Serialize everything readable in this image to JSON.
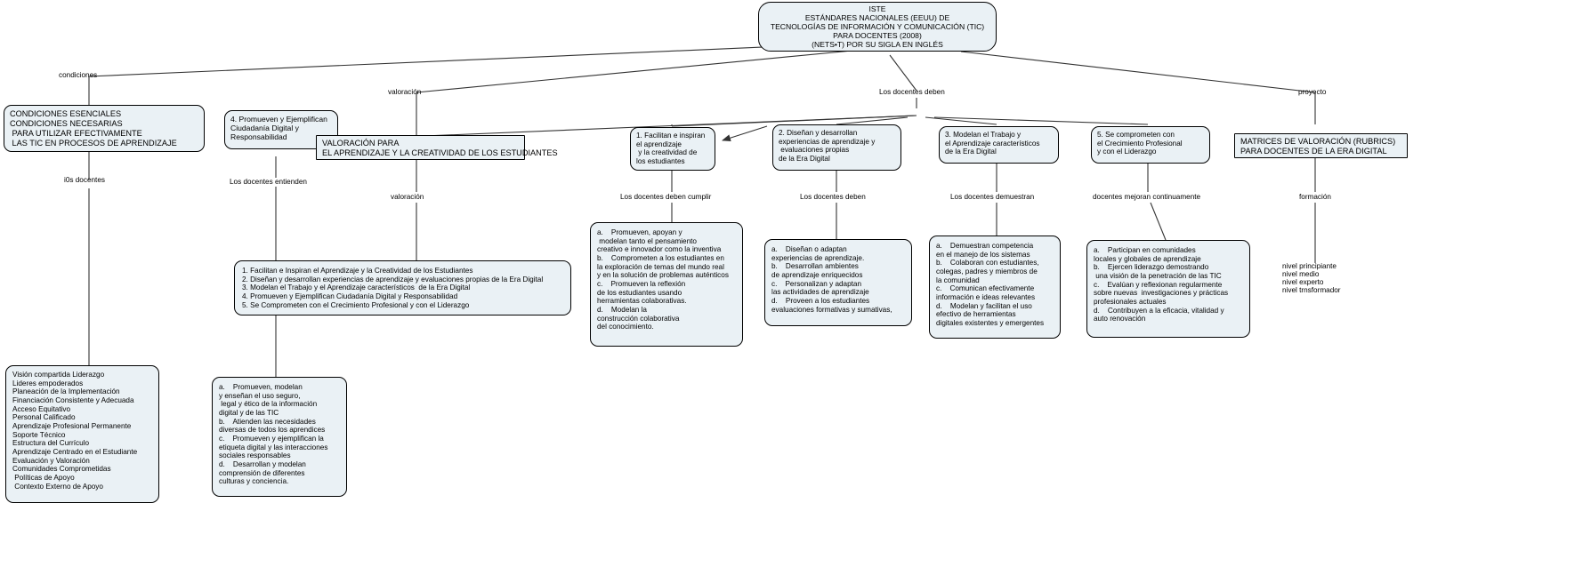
{
  "map": {
    "title": "ISTE ESTÁNDARES NACIONALES (EEUU) DE TECNOLOGÍAS DE INFORMACIÓN Y COMUNICACIÓN (TIC) PARA DOCENTES (2008)",
    "node_fill": "#eaf1f5",
    "node_stroke": "#000000",
    "link_color": "#333333",
    "background": "#ffffff"
  },
  "root": {
    "lines": [
      "ISTE",
      "ESTÁNDARES NACIONALES (EEUU) DE",
      "TECNOLOGÍAS DE INFORMACIÓN Y COMUNICACIÓN (TIC)",
      "PARA DOCENTES (2008)",
      "(NETS•T) POR SU SIGLA EN INGLÉS"
    ]
  },
  "link_labels": {
    "condiciones": "condiciones",
    "valoracion_top": "valoración",
    "los_docentes_deben": "Los docentes deben",
    "proyecto": "proyecto",
    "i0s_docentes": "i0s docentes",
    "los_docentes_entienden": "Los docentes entienden",
    "valoracion_mid": "valoración",
    "los_docentes_deben_cumplir": "Los docentes deben cumplir",
    "los_docentes_deben_2": "Los docentes deben",
    "los_docentes_demuestran": "Los docentes demuestran",
    "docentes_mejoran": "docentes mejoran continuamente",
    "formacion": "formación"
  },
  "nodes": {
    "condiciones_box": {
      "lines": [
        "CONDICIONES ESENCIALES",
        "CONDICIONES NECESARIAS",
        " PARA UTILIZAR EFECTIVAMENTE",
        " LAS TIC EN PROCESOS DE APRENDIZAJE"
      ]
    },
    "condiciones_list": {
      "lines": [
        "Visión compartida Liderazgo",
        "Lideres empoderados",
        "Planeación de la Implementación",
        "Financiación Consistente y Adecuada",
        "Acceso Equitativo",
        "Personal Calificado",
        "Aprendizaje Profesional Permanente",
        "Soporte Técnico",
        "Estructura del Currículo",
        "Aprendizaje Centrado en el Estudiante",
        "Evaluación y Valoración",
        "Comunidades Comprometidas",
        " Políticas de Apoyo",
        " Contexto Externo de Apoyo"
      ]
    },
    "std4": {
      "lines": [
        "4. Promueven y Ejemplifican",
        "Ciudadanía Digital y",
        "Responsabilidad"
      ]
    },
    "valoracion_box": {
      "lines": [
        "VALORACIÓN PARA",
        "EL APRENDIZAJE Y LA CREATIVIDAD DE LOS ESTUDIANTES"
      ]
    },
    "std_list_box": {
      "lines": [
        "1. Facilitan e Inspiran el Aprendizaje y la Creatividad de los Estudiantes",
        "2. Diseñan y desarrollan experiencias de aprendizaje y evaluaciones propias de la Era Digital",
        "3. Modelan el Trabajo y el Aprendizaje característicos  de la Era Digital",
        "4. Promueven y Ejemplifican Ciudadanía Digital y Responsabilidad",
        "5. Se Comprometen con el Crecimiento Profesional y con el Liderazgo"
      ]
    },
    "std4_detail": {
      "lines": [
        "a.    Promueven, modelan",
        "y enseñan el uso seguro,",
        " legal y ético de la información",
        "digital y de las TIC",
        "b.    Atienden las necesidades",
        "diversas de todos los aprendices",
        "c.    Promueven y ejemplifican la",
        "etiqueta digital y las interacciones",
        "sociales responsables",
        "d.    Desarrollan y modelan",
        "comprensión de diferentes",
        "culturas y conciencia."
      ]
    },
    "std1": {
      "lines": [
        "1. Facilitan e inspiran",
        "el aprendizaje",
        " y la creatividad de",
        "los estudiantes"
      ]
    },
    "std1_detail": {
      "lines": [
        "a.    Promueven, apoyan y",
        " modelan tanto el pensamiento",
        "creativo e innovador como la inventiva",
        "b.    Comprometen a los estudiantes en",
        "la exploración de temas del mundo real",
        "y en la solución de problemas auténticos",
        "c.    Promueven la reflexión",
        "de los estudiantes usando",
        "herramientas colaborativas.",
        "d.    Modelan la",
        "construcción colaborativa",
        "del conocimiento."
      ]
    },
    "std2": {
      "lines": [
        "2. Diseñan y desarrollan",
        "experiencias de aprendizaje y",
        " evaluaciones propias",
        "de la Era Digital"
      ]
    },
    "std2_detail": {
      "lines": [
        "a.    Diseñan o adaptan",
        "experiencias de aprendizaje.",
        "b.    Desarrollan ambientes",
        "de aprendizaje enriquecidos",
        "c.    Personalizan y adaptan",
        "las actividades de aprendizaje",
        "d.    Proveen a los estudiantes",
        "evaluaciones formativas y sumativas,"
      ]
    },
    "std3": {
      "lines": [
        "3. Modelan el Trabajo y",
        "el Aprendizaje característicos",
        "de la Era Digital"
      ]
    },
    "std3_detail": {
      "lines": [
        "a.    Demuestran competencia",
        "en el manejo de los sistemas",
        "b.    Colaboran con estudiantes,",
        "colegas, padres y miembros de",
        "la comunidad",
        "c.    Comunican efectivamente",
        "información e ideas relevantes",
        "d.    Modelan y facilitan el uso",
        "efectivo de herramientas",
        "digitales existentes y emergentes"
      ]
    },
    "std5": {
      "lines": [
        "5. Se comprometen con",
        "el Crecimiento Profesional",
        "y con el Liderazgo"
      ]
    },
    "std5_detail": {
      "lines": [
        "a.    Participan en comunidades",
        "locales y globales de aprendizaje",
        "b.    Ejercen liderazgo demostrando",
        " una visión de la penetración de las TIC",
        "c.    Evalúan y reflexionan regularmente",
        "sobre nuevas  investigaciones y prácticas",
        "profesionales actuales",
        "d.    Contribuyen a la eficacia, vitalidad y",
        "auto renovación"
      ]
    },
    "matrices": {
      "lines": [
        "MATRICES DE VALORACIÓN (RUBRICS)",
        "PARA DOCENTES DE LA ERA DIGITAL"
      ]
    },
    "niveles": {
      "lines": [
        "nivel principiante",
        "nivel medio",
        "nivel experto",
        "nivel trnsformador"
      ]
    }
  }
}
